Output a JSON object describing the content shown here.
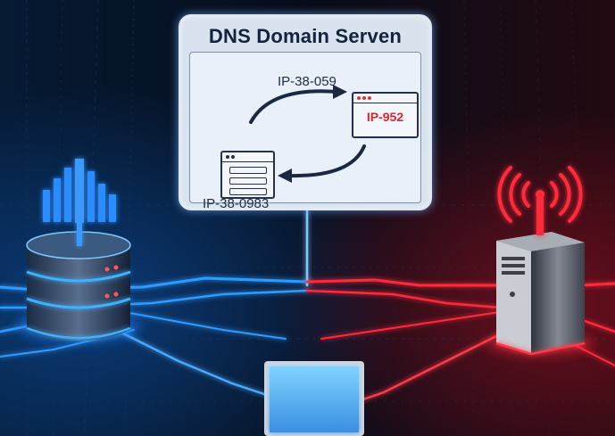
{
  "panel": {
    "title": "DNS Domain Serven",
    "ip_top": "IP-38-059",
    "ip_bottom": "IP-38-0983",
    "ip_highlight": "IP-952"
  },
  "colors": {
    "background": "#050b16",
    "blue_glow": "#2f9bff",
    "red_glow": "#ff2a3a",
    "panel_bg": "#e9f0f9",
    "highlight_red": "#e0242c"
  },
  "icons": {
    "database": "database-server-icon",
    "bars": "bar-chart-icon",
    "tower": "server-tower-icon",
    "antenna": "wireless-signal-icon",
    "laptop": "laptop-icon"
  }
}
